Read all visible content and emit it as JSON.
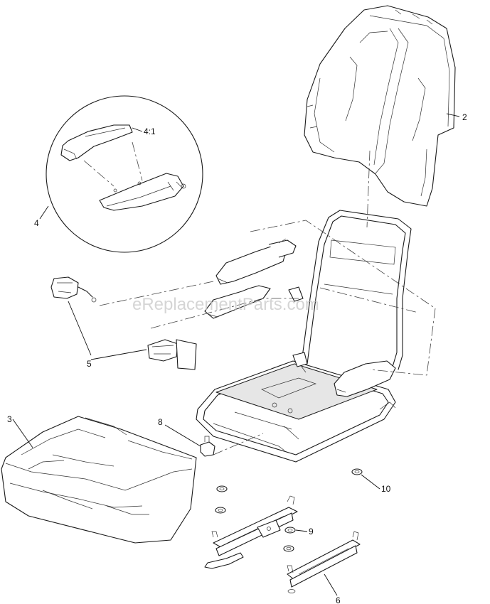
{
  "watermark": "eReplacementParts.com",
  "callouts": [
    {
      "id": "2",
      "label": "2"
    },
    {
      "id": "3",
      "label": "3"
    },
    {
      "id": "4",
      "label": "4"
    },
    {
      "id": "4-1",
      "label": "4:1"
    },
    {
      "id": "5",
      "label": "5"
    },
    {
      "id": "6",
      "label": "6"
    },
    {
      "id": "8",
      "label": "8"
    },
    {
      "id": "9",
      "label": "9"
    },
    {
      "id": "10",
      "label": "10"
    }
  ]
}
